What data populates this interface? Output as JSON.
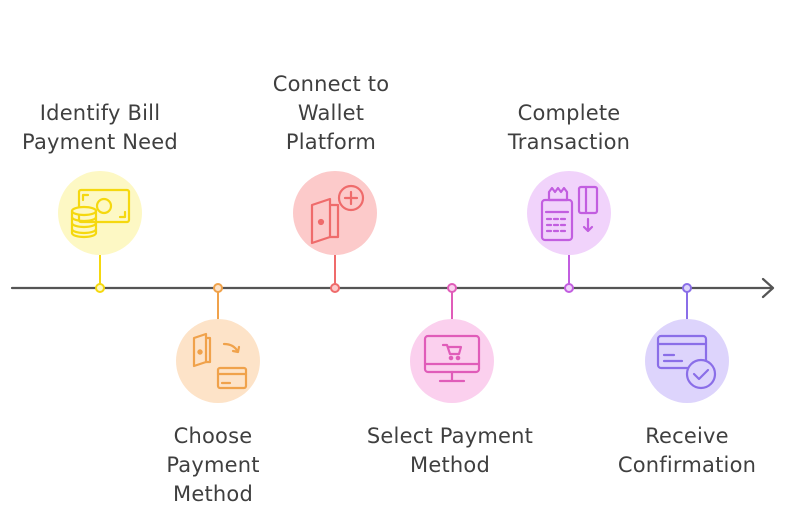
{
  "steps": [
    {
      "label": "Identify Bill\nPayment Need",
      "icon": "cash-coins-icon",
      "color": "#f5d80f",
      "fill": "#fdf8c4"
    },
    {
      "label": "Choose\nPayment\nMethod",
      "icon": "wallet-card-icon",
      "color": "#f0a24b",
      "fill": "#fde3c8"
    },
    {
      "label": "Connect to\nWallet\nPlatform",
      "icon": "wallet-add-icon",
      "color": "#ef6b6b",
      "fill": "#fccaca"
    },
    {
      "label": "Select Payment\nMethod",
      "icon": "monitor-cart-icon",
      "color": "#e05cb9",
      "fill": "#fbd0ee"
    },
    {
      "label": "Complete\nTransaction",
      "icon": "pos-terminal-icon",
      "color": "#c25ee0",
      "fill": "#f1d3fb"
    },
    {
      "label": "Receive\nConfirmation",
      "icon": "card-check-icon",
      "color": "#8a6ee8",
      "fill": "#ddd4fc"
    }
  ]
}
